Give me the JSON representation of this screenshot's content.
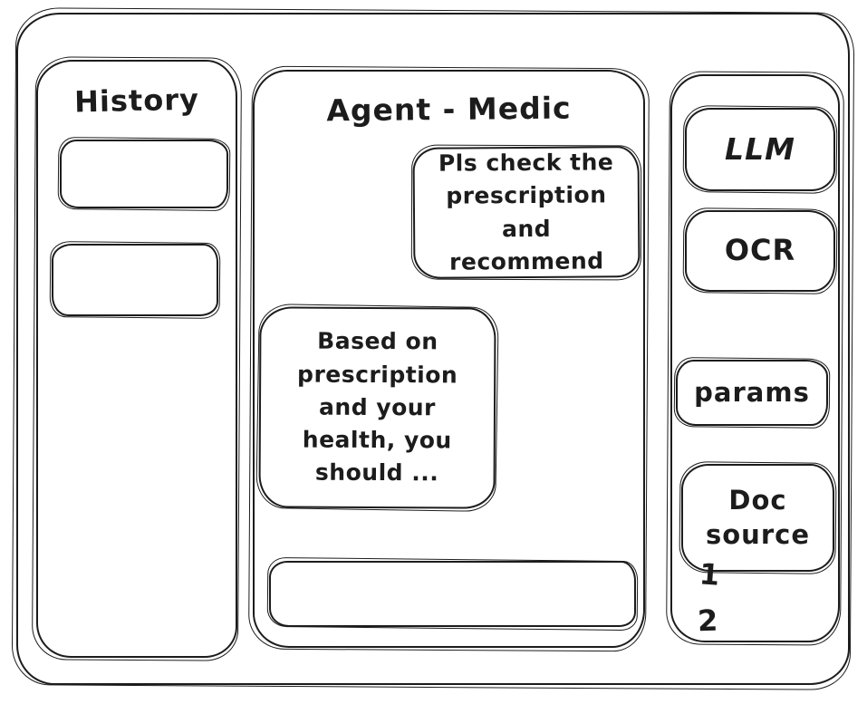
{
  "colors": {
    "ink": "#1c1c1c",
    "background": "#ffffff"
  },
  "history": {
    "title": "History",
    "entries": [
      "",
      ""
    ]
  },
  "chat": {
    "title": "Agent - Medic",
    "messages": [
      {
        "role": "user",
        "text": "Pls check the prescription and recommend"
      },
      {
        "role": "agent",
        "text": "Based on prescription and your health, you should ..."
      }
    ],
    "input": {
      "value": "",
      "placeholder": ""
    }
  },
  "tools": {
    "llm_label": "LLM",
    "ocr_label": "OCR",
    "params_label": "params",
    "doc_source_label": "Doc source",
    "doc_items": [
      "1",
      "2"
    ]
  }
}
